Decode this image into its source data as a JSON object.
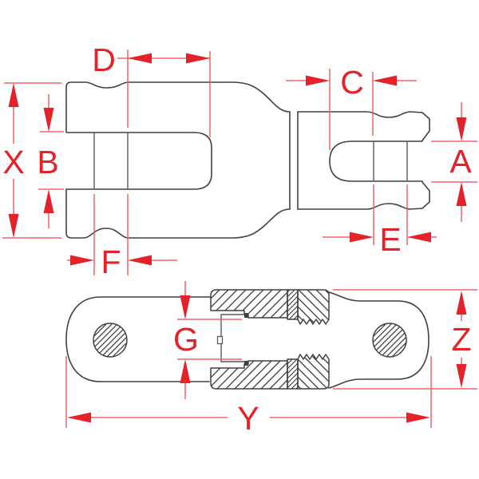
{
  "drawing": {
    "kind": "technical dimension diagram",
    "subject": "jaw and jaw swivel, two orthographic views (top: plan view, bottom: section view)",
    "colors": {
      "dimension_red": "#e42229",
      "dimension_line_red": "#ee6468",
      "outline_gray": "#414141",
      "background": "#ffffff"
    }
  },
  "dimensions": {
    "D": {
      "label": "D"
    },
    "C": {
      "label": "C"
    },
    "X": {
      "label": "X"
    },
    "B": {
      "label": "B"
    },
    "A": {
      "label": "A"
    },
    "E": {
      "label": "E"
    },
    "F": {
      "label": "F"
    },
    "G": {
      "label": "G"
    },
    "Z": {
      "label": "Z"
    },
    "Y": {
      "label": "Y"
    }
  }
}
